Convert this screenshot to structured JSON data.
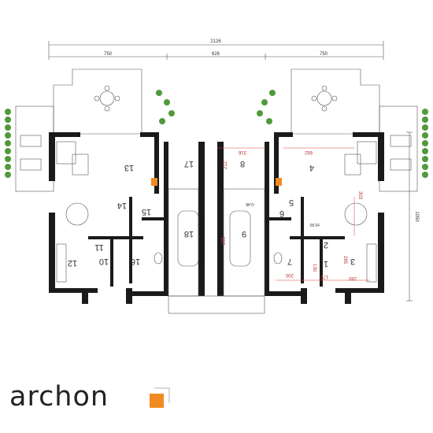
{
  "dimensions": {
    "total_width": "2126",
    "left_wing": "750",
    "center": "626",
    "right_wing": "750",
    "depth": "1050"
  },
  "rooms_left": [
    {
      "num": "13"
    },
    {
      "num": "14"
    },
    {
      "num": "15"
    },
    {
      "num": "17"
    },
    {
      "num": "18"
    },
    {
      "num": "11"
    },
    {
      "num": "12"
    },
    {
      "num": "10"
    },
    {
      "num": "16"
    }
  ],
  "rooms_right": [
    {
      "num": "4"
    },
    {
      "num": "8"
    },
    {
      "num": "5"
    },
    {
      "num": "6"
    },
    {
      "num": "9"
    },
    {
      "num": "2"
    },
    {
      "num": "3"
    },
    {
      "num": "1"
    },
    {
      "num": "7"
    }
  ],
  "inner_dims": {
    "d1": "316",
    "d2": "662",
    "d3": "212",
    "d4": "303",
    "d5": "280",
    "d6": "285",
    "d7": "200",
    "d8": "172",
    "d9": "130",
    "d10": "285"
  },
  "levels": {
    "garage": "-0,48",
    "ground": "±0,00"
  },
  "logo": {
    "text": "archon"
  },
  "colors": {
    "accent": "#f18b21",
    "walls": "#1a1a1a",
    "vegetation": "#4f9a3d",
    "marks": "#d93a3a"
  }
}
